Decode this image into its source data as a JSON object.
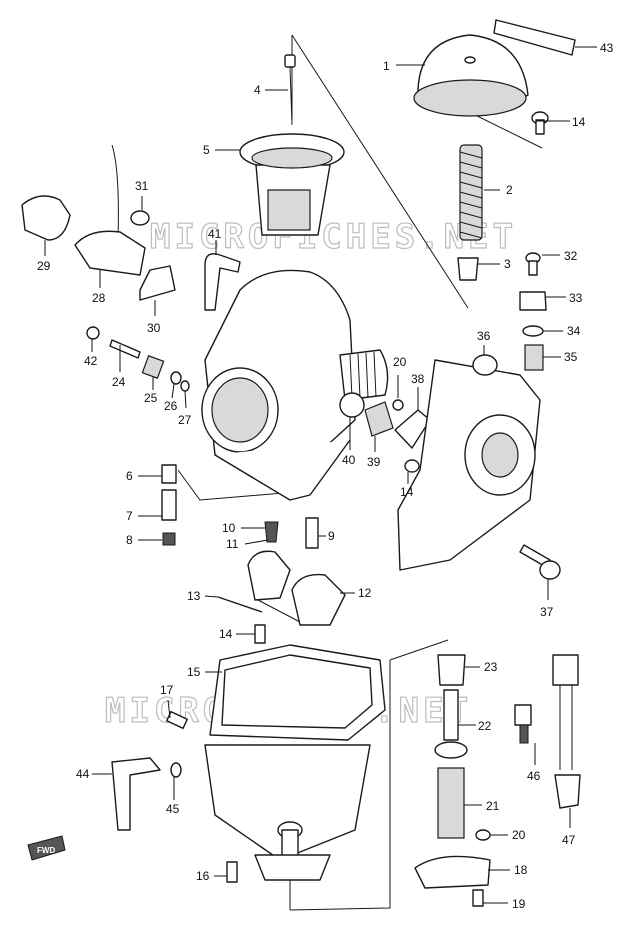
{
  "watermark": "MICROFICHES.NET",
  "fwd_label": "FWD",
  "callouts": [
    {
      "id": "c1",
      "text": "1"
    },
    {
      "id": "c2",
      "text": "2"
    },
    {
      "id": "c3",
      "text": "3"
    },
    {
      "id": "c4",
      "text": "4"
    },
    {
      "id": "c5",
      "text": "5"
    },
    {
      "id": "c6",
      "text": "6"
    },
    {
      "id": "c7",
      "text": "7"
    },
    {
      "id": "c8",
      "text": "8"
    },
    {
      "id": "c9",
      "text": "9"
    },
    {
      "id": "c10",
      "text": "10"
    },
    {
      "id": "c11",
      "text": "11"
    },
    {
      "id": "c12",
      "text": "12"
    },
    {
      "id": "c13",
      "text": "13"
    },
    {
      "id": "c14a",
      "text": "14"
    },
    {
      "id": "c14b",
      "text": "14"
    },
    {
      "id": "c14c",
      "text": "14"
    },
    {
      "id": "c15",
      "text": "15"
    },
    {
      "id": "c16",
      "text": "16"
    },
    {
      "id": "c17",
      "text": "17"
    },
    {
      "id": "c18",
      "text": "18"
    },
    {
      "id": "c19",
      "text": "19"
    },
    {
      "id": "c20a",
      "text": "20"
    },
    {
      "id": "c20b",
      "text": "20"
    },
    {
      "id": "c21",
      "text": "21"
    },
    {
      "id": "c22",
      "text": "22"
    },
    {
      "id": "c23",
      "text": "23"
    },
    {
      "id": "c24",
      "text": "24"
    },
    {
      "id": "c25",
      "text": "25"
    },
    {
      "id": "c26",
      "text": "26"
    },
    {
      "id": "c27",
      "text": "27"
    },
    {
      "id": "c28",
      "text": "28"
    },
    {
      "id": "c29",
      "text": "29"
    },
    {
      "id": "c30",
      "text": "30"
    },
    {
      "id": "c31",
      "text": "31"
    },
    {
      "id": "c32",
      "text": "32"
    },
    {
      "id": "c33",
      "text": "33"
    },
    {
      "id": "c34",
      "text": "34"
    },
    {
      "id": "c35",
      "text": "35"
    },
    {
      "id": "c36",
      "text": "36"
    },
    {
      "id": "c37",
      "text": "37"
    },
    {
      "id": "c38",
      "text": "38"
    },
    {
      "id": "c39",
      "text": "39"
    },
    {
      "id": "c40",
      "text": "40"
    },
    {
      "id": "c41",
      "text": "41"
    },
    {
      "id": "c42",
      "text": "42"
    },
    {
      "id": "c43",
      "text": "43"
    },
    {
      "id": "c44",
      "text": "44"
    },
    {
      "id": "c45",
      "text": "45"
    },
    {
      "id": "c46",
      "text": "46"
    },
    {
      "id": "c47",
      "text": "47"
    }
  ]
}
